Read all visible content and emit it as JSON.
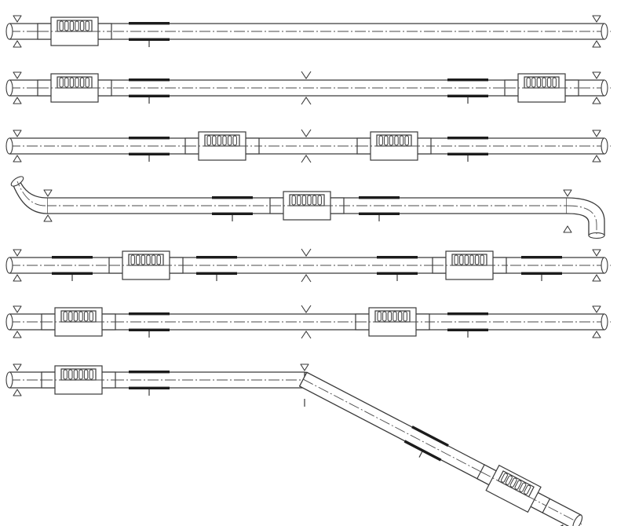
{
  "rows": [
    {
      "compensators": 1,
      "midpoint_anchor": false
    },
    {
      "compensators": 2,
      "midpoint_anchor": true
    },
    {
      "compensators": 2,
      "midpoint_anchor": true
    },
    {
      "compensators": 1,
      "midpoint_anchor": false,
      "bent_ends": true
    },
    {
      "compensators": 2,
      "midpoint_anchor": true
    },
    {
      "compensators": 2,
      "midpoint_anchor": true
    },
    {
      "compensators": 2,
      "midpoint_anchor": false,
      "angled_section": true
    }
  ],
  "colors": {
    "line": "#3a3a3a",
    "guide": "#1c1c1c",
    "background": "#ffffff"
  }
}
